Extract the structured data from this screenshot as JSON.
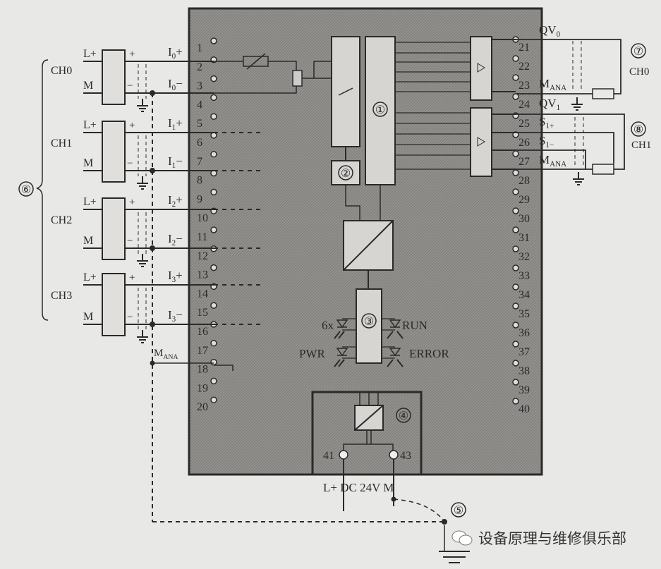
{
  "labels": {
    "callouts": [
      "①",
      "②",
      "③",
      "④",
      "⑤",
      "⑥",
      "⑦",
      "⑧"
    ],
    "channels": [
      "CH0",
      "CH1",
      "CH2",
      "CH3"
    ],
    "sensor_plus": "L+",
    "sensor_minus": "M",
    "plus": "+",
    "minus": "−",
    "inputs": [
      {
        "base": "I",
        "sub": "0",
        "sign": "+"
      },
      {
        "base": "I",
        "sub": "0",
        "sign": "−"
      },
      {
        "base": "I",
        "sub": "1",
        "sign": "+"
      },
      {
        "base": "I",
        "sub": "1",
        "sign": "−"
      },
      {
        "base": "I",
        "sub": "2",
        "sign": "+"
      },
      {
        "base": "I",
        "sub": "2",
        "sign": "−"
      },
      {
        "base": "I",
        "sub": "3",
        "sign": "+"
      },
      {
        "base": "I",
        "sub": "3",
        "sign": "−"
      }
    ],
    "mana_left": {
      "base": "M",
      "sub": "ANA"
    },
    "outputs": [
      {
        "base": "QV",
        "sub": "0"
      },
      {
        "base": "M",
        "sub": "ANA"
      },
      {
        "base": "QV",
        "sub": "1"
      },
      {
        "base": "S",
        "sub": "1+"
      },
      {
        "base": "S",
        "sub": "1−"
      },
      {
        "base": "M",
        "sub": "ANA"
      }
    ],
    "out_channels": [
      "CH0",
      "CH1"
    ],
    "leds": [
      "6x",
      "RUN",
      "PWR",
      "ERROR"
    ],
    "power_terminals": [
      "41",
      "43"
    ],
    "power_label": "L+ DC 24V  M",
    "left_terminals": [
      "1",
      "2",
      "3",
      "4",
      "5",
      "6",
      "7",
      "8",
      "9",
      "10",
      "11",
      "12",
      "13",
      "14",
      "15",
      "16",
      "17",
      "18",
      "19",
      "20"
    ],
    "right_terminals": [
      "21",
      "22",
      "23",
      "24",
      "25",
      "26",
      "27",
      "28",
      "29",
      "30",
      "31",
      "32",
      "33",
      "34",
      "35",
      "36",
      "37",
      "38",
      "39",
      "40"
    ]
  },
  "watermark": "设备原理与维修俱乐部",
  "colors": {
    "module": "#8f8d8a",
    "line": "#2a2a2a",
    "paper": "#e8e8e6",
    "block": "#d6d5d2"
  }
}
